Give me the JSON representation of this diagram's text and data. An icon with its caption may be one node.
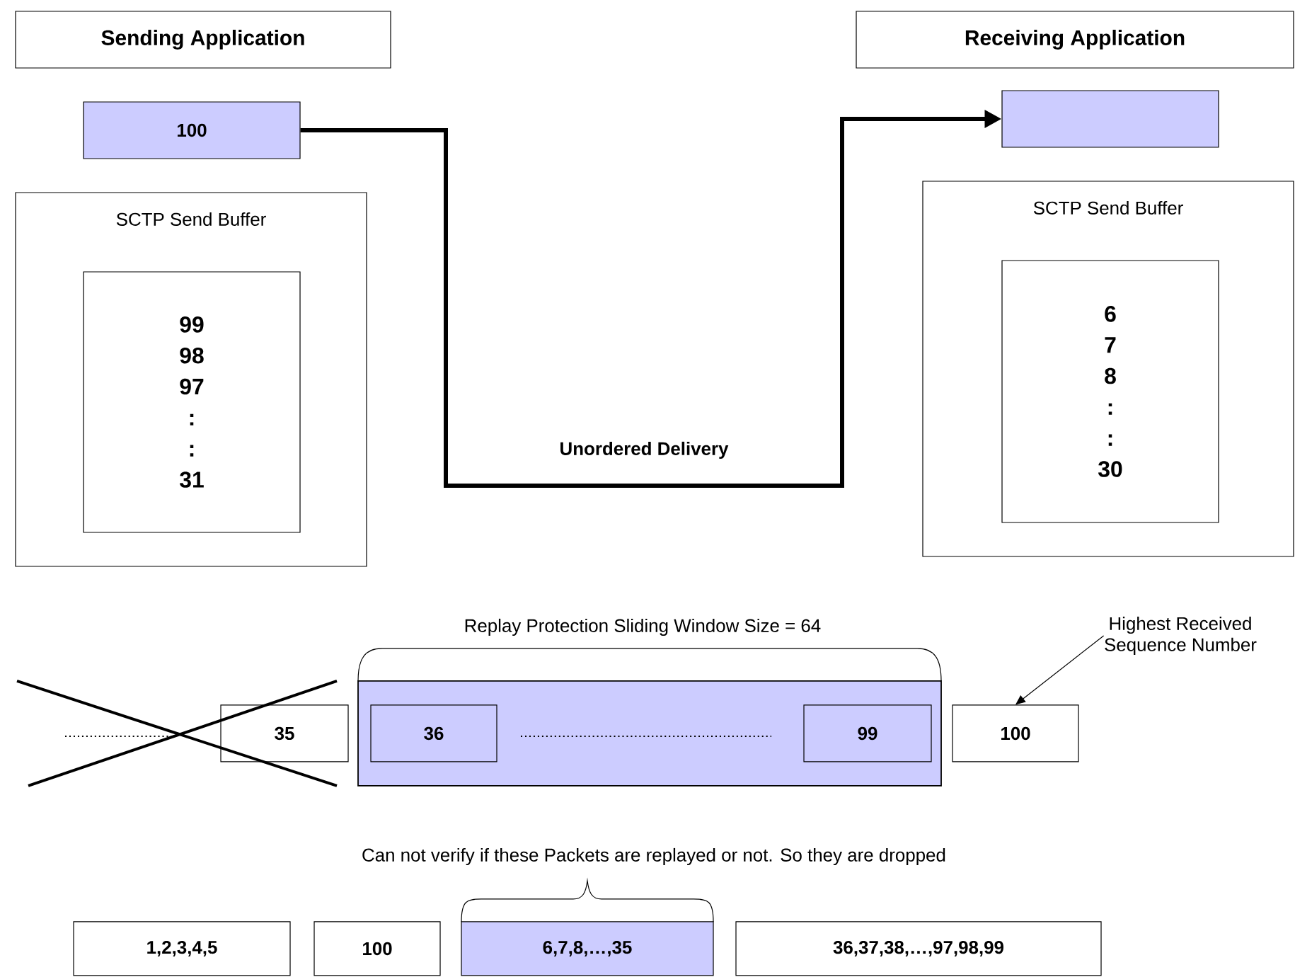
{
  "diagram": {
    "nodes": [
      {
        "text": [
          "Sending Application"
        ]
      },
      {
        "text": [
          "100"
        ]
      },
      {
        "text": [
          "SCTP Send Buffer"
        ]
      },
      {
        "text": [
          "99",
          "98",
          "97",
          ":",
          ":",
          "31"
        ],
        "in": 2
      },
      {
        "text": [
          "Receiving Application"
        ]
      },
      {
        "text": [],
        "shape": "box"
      },
      {
        "text": [
          "SCTP Send Buffer"
        ]
      },
      {
        "text": [
          "6",
          "7",
          "8",
          ":",
          ":",
          "30"
        ],
        "in": 6
      },
      {
        "text": [
          "35"
        ]
      },
      {
        "text": [],
        "shape": "bar"
      },
      {
        "text": [
          "36"
        ],
        "in": 9
      },
      {
        "text": [
          "99"
        ],
        "in": 9
      },
      {
        "text": [
          "100"
        ]
      },
      {
        "text": [
          "Highest Received Sequence Number"
        ]
      },
      {
        "text": [
          "1,2,3,4,5"
        ]
      },
      {
        "text": [
          "100"
        ]
      },
      {
        "text": [
          "6,7,8,…,35"
        ]
      },
      {
        "text": [
          "36,37,38,…,97,98,99"
        ]
      }
    ],
    "edges": [
      {
        "from": 1,
        "to": 5,
        "arrow": "to",
        "style": "thick",
        "label": "Unordered Delivery"
      },
      {
        "from": 13,
        "to": 12,
        "arrow": "to"
      }
    ],
    "labels": [
      "Replay Protection Sliding Window Size = 64",
      "Can not verify if these Packets are replayed or not. So they are dropped"
    ]
  }
}
